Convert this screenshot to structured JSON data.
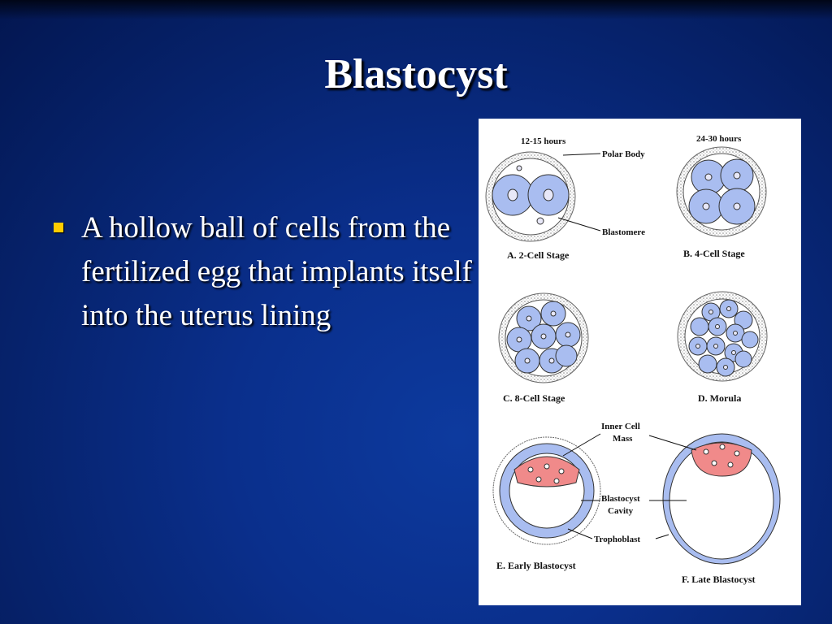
{
  "slide": {
    "title": "Blastocyst",
    "bullet": "A hollow ball of cells from the fertilized egg that implants itself into the uterus lining"
  },
  "figure": {
    "time_a": "12-15 hours",
    "time_b": "24-30 hours",
    "polar_body": "Polar Body",
    "blastomere": "Blastomere",
    "stage_a": "A. 2-Cell Stage",
    "stage_b": "B. 4-Cell Stage",
    "stage_c": "C. 8-Cell Stage",
    "stage_d": "D. Morula",
    "inner_cell_mass_1": "Inner Cell",
    "inner_cell_mass_2": "Mass",
    "blastocyst_cavity_1": "Blastocyst",
    "blastocyst_cavity_2": "Cavity",
    "trophoblast": "Trophoblast",
    "stage_e": "E. Early Blastocyst",
    "stage_f": "F. Late Blastocyst"
  },
  "colors": {
    "background": "#0a2f8c",
    "bullet": "#ffcc00",
    "cell_fill": "#a9bdf0",
    "inner_cell_mass_fill": "#f08a8a"
  }
}
